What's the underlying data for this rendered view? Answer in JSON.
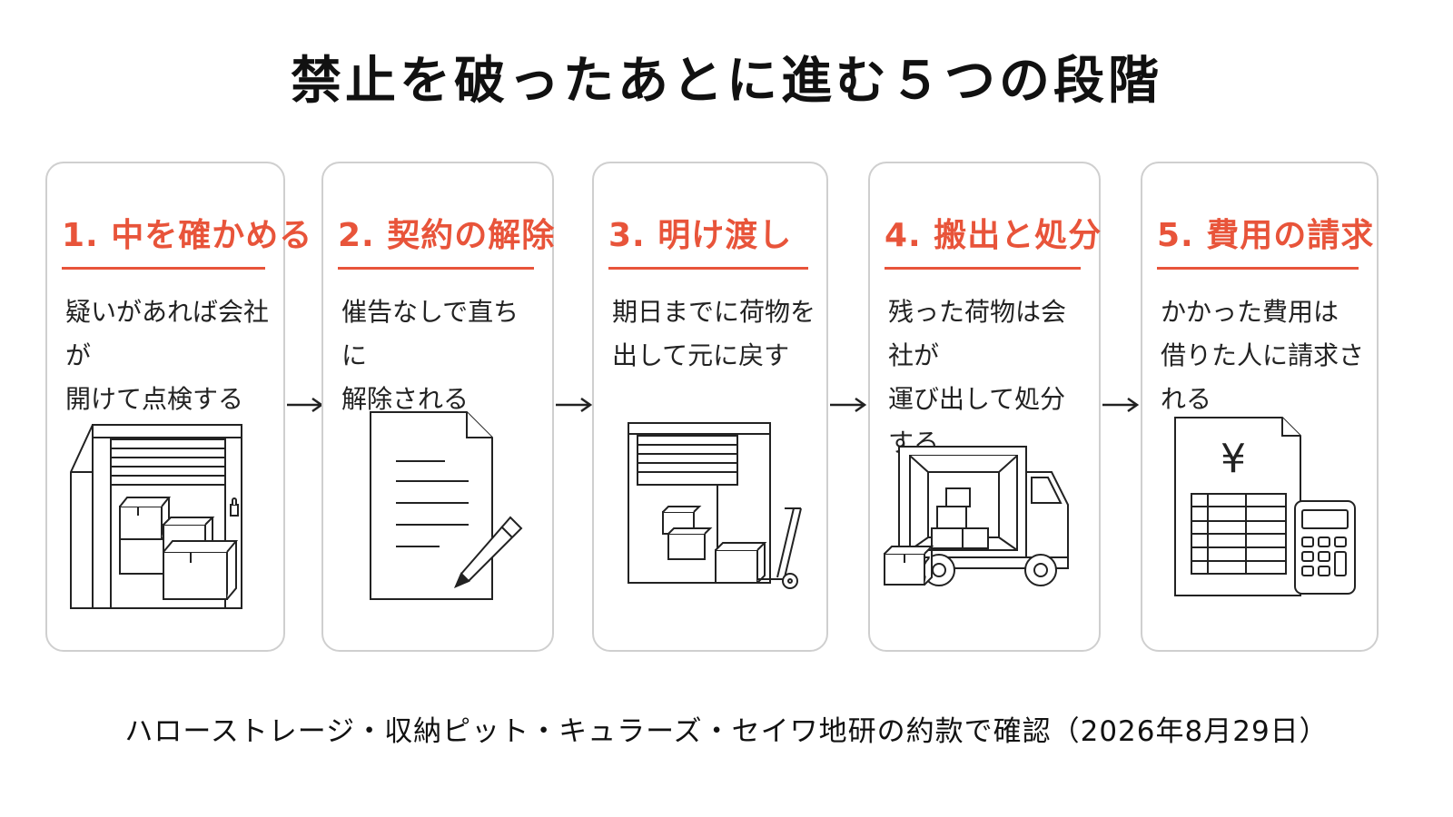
{
  "title": "禁止を破ったあとに進む５つの段階",
  "steps": [
    {
      "title": "1. 中を確かめる",
      "text": "疑いがあれば会社が\n開けて点検する",
      "icon": "storage-unit-with-boxes-icon"
    },
    {
      "title": "2. 契約の解除",
      "text": "催告なしで直ちに\n解除される",
      "icon": "document-with-pen-icon"
    },
    {
      "title": "3. 明け渡し",
      "text": "期日までに荷物を\n出して元に戻す",
      "icon": "storage-unit-hand-truck-icon"
    },
    {
      "title": "4. 搬出と処分",
      "text": "残った荷物は会社が\n運び出して処分する",
      "icon": "truck-with-boxes-icon"
    },
    {
      "title": "5. 費用の請求",
      "text": "かかった費用は\n借りた人に請求される",
      "icon": "invoice-calculator-icon"
    }
  ],
  "invoice_symbol": "¥",
  "footer": "ハローストレージ・収納ピット・キュラーズ・セイワ地研の約款で確認（2026年8月29日）",
  "colors": {
    "accent": "#e8543a",
    "border": "#cfcfcf",
    "text": "#1a1a1a"
  }
}
